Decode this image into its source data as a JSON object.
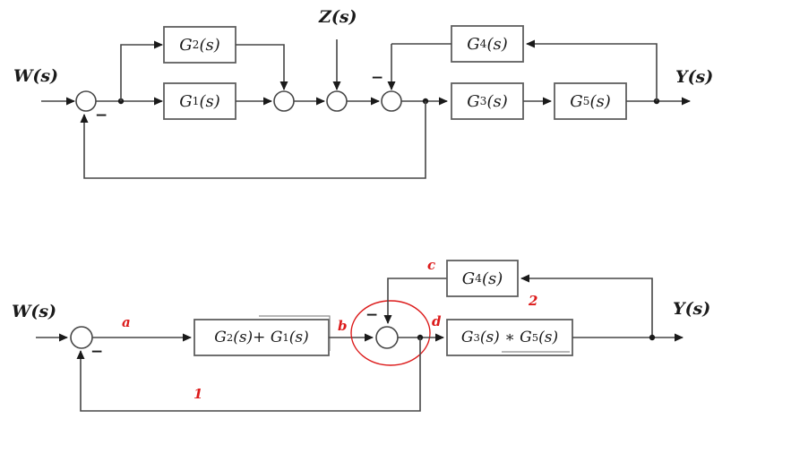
{
  "colors": {
    "line": "#464646",
    "block_border": "#5f5f5f",
    "ink": "#1a1a1a",
    "red": "#dc1a1a",
    "background": "#ffffff"
  },
  "top": {
    "input_label": "W(s)",
    "disturbance_label": "Z(s)",
    "output_label": "Y(s)",
    "minus_feedback": "−",
    "minus_g4": "−",
    "blocks": {
      "g2": "G_2(s)",
      "g1": "G_1(s)",
      "g4": "G_4(s)",
      "g3": "G_3(s)",
      "g5": "G_5(s)"
    }
  },
  "bottom": {
    "input_label": "W(s)",
    "output_label": "Y(s)",
    "minus_feedback": "−",
    "minus_g4": "−",
    "blocks": {
      "g2_plus_g1": "G_2(s)+ G_1(s)",
      "g4": "G_4(s)",
      "g3_times_g5": "G_3(s) ∗ G_5(s)"
    },
    "annotations": {
      "a": "a",
      "b": "b",
      "c": "c",
      "d": "d",
      "loop1": "1",
      "loop2": "2"
    }
  }
}
